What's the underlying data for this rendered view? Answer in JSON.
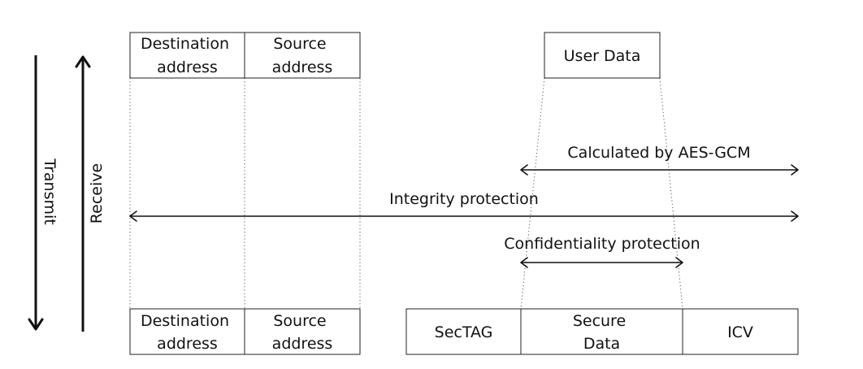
{
  "top_frame": {
    "destination_address": [
      "Destination",
      "address"
    ],
    "source_address": [
      "Source",
      "address"
    ]
  },
  "user_data": "User Data",
  "bottom_frame": {
    "destination_address": [
      "Destination",
      "address"
    ],
    "source_address": [
      "Source",
      "address"
    ],
    "sectag": "SecTAG",
    "secure_data": [
      "Secure",
      "Data"
    ],
    "icv": "ICV"
  },
  "arrows": {
    "transmit": "Transmit",
    "receive": "Receive",
    "calculated_by": "Calculated by AES-GCM",
    "integrity": "Integrity protection",
    "confidentiality": "Confidentiality protection"
  }
}
